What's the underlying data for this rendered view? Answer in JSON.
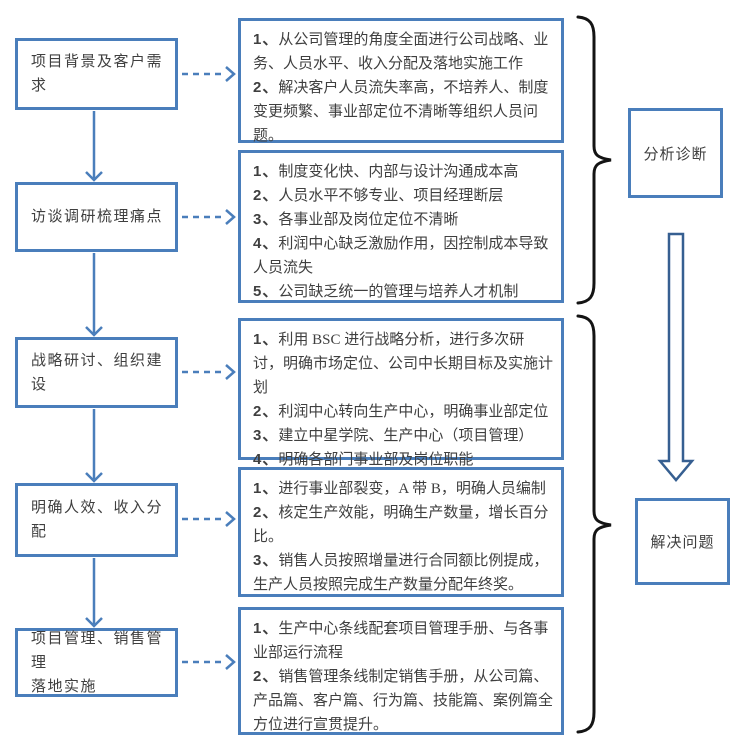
{
  "palette": {
    "accent_blue": "#4a7ebb",
    "double_arrow_blue": "#365f91",
    "brace_black": "#141414",
    "text_gray": "#3f3f3f",
    "background": "#ffffff"
  },
  "stages": [
    {
      "label": "项目背景及客户需\n求"
    },
    {
      "label": "访谈调研梳理痛点"
    },
    {
      "label": "战略研讨、组织建设"
    },
    {
      "label": "明确人效、收入分配"
    },
    {
      "label": "项目管理、销售管理\n落地实施"
    }
  ],
  "details": [
    {
      "items": [
        {
          "n": "1、",
          "t": "从公司管理的角度全面进行公司战略、业务、人员水平、收入分配及落地实施工作"
        },
        {
          "n": "2、",
          "t": "解决客户人员流失率高，不培养人、制度变更频繁、事业部定位不清晰等组织人员问题。"
        }
      ]
    },
    {
      "items": [
        {
          "n": "1、",
          "t": "制度变化快、内部与设计沟通成本高"
        },
        {
          "n": "2、",
          "t": "人员水平不够专业、项目经理断层"
        },
        {
          "n": "3、",
          "t": "各事业部及岗位定位不清晰"
        },
        {
          "n": "4、",
          "t": "利润中心缺乏激励作用，因控制成本导致人员流失"
        },
        {
          "n": "5、",
          "t": "公司缺乏统一的管理与培养人才机制"
        }
      ]
    },
    {
      "items": [
        {
          "n": "1、",
          "t": "利用 BSC 进行战略分析，进行多次研讨，明确市场定位、公司中长期目标及实施计划"
        },
        {
          "n": "2、",
          "t": "利润中心转向生产中心，明确事业部定位"
        },
        {
          "n": "3、",
          "t": "建立中星学院、生产中心（项目管理）"
        },
        {
          "n": "4、",
          "t": "明确各部门事业部及岗位职能"
        }
      ]
    },
    {
      "items": [
        {
          "n": "1、",
          "t": "进行事业部裂变，A 带 B，明确人员编制"
        },
        {
          "n": "2、",
          "t": "核定生产效能，明确生产数量，增长百分比。"
        },
        {
          "n": "3、",
          "t": "销售人员按照增量进行合同额比例提成，生产人员按照完成生产数量分配年终奖。"
        }
      ]
    },
    {
      "items": [
        {
          "n": "1、",
          "t": "生产中心条线配套项目管理手册、与各事业部运行流程"
        },
        {
          "n": "2、",
          "t": "销售管理条线制定销售手册，从公司篇、产品篇、客户篇、行为篇、技能篇、案例篇全方位进行宣贯提升。"
        }
      ]
    }
  ],
  "phases": [
    {
      "label": "分析诊断"
    },
    {
      "label": "解决问题"
    }
  ]
}
